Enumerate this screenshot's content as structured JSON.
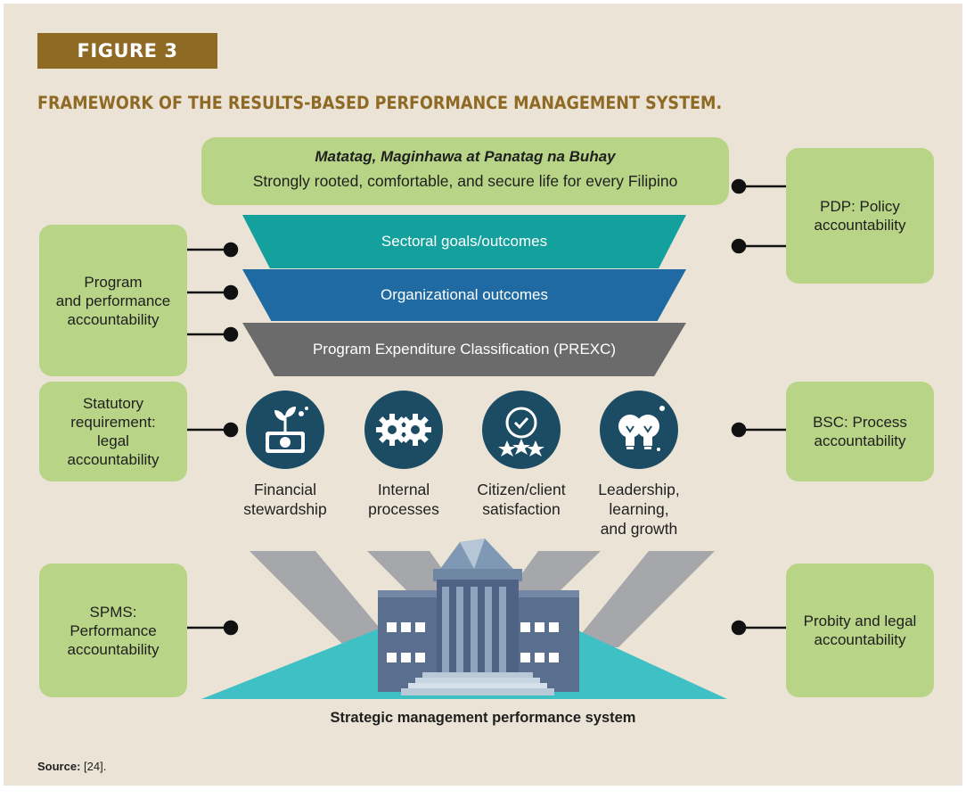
{
  "figure_tag": "FIGURE 3",
  "title": "FRAMEWORK OF THE RESULTS-BASED PERFORMANCE MANAGEMENT SYSTEM.",
  "top_box": {
    "line1": "Matatag, Maginhawa at Panatag na Buhay",
    "line2": "Strongly rooted, comfortable, and secure life for every Filipino"
  },
  "bands": {
    "sectoral": "Sectoral goals/outcomes",
    "organizational": "Organizational outcomes",
    "prexc": "Program Expenditure Classification (PREXC)"
  },
  "left_boxes": {
    "program": "Program\nand performance\naccountability",
    "statutory": "Statutory\nrequirement:\nlegal\naccountability",
    "spms": "SPMS:\nPerformance\naccountability"
  },
  "right_boxes": {
    "pdp": "PDP: Policy\naccountability",
    "bsc": "BSC: Process\naccountability",
    "probity": "Probity and legal\naccountability"
  },
  "icons": [
    {
      "icon": "money-plant-icon",
      "label": "Financial\nstewardship"
    },
    {
      "icon": "gears-icon",
      "label": "Internal\nprocesses"
    },
    {
      "icon": "award-stars-icon",
      "label": "Citizen/client\nsatisfaction"
    },
    {
      "icon": "lightbulbs-icon",
      "label": "Leadership,\nlearning,\nand growth"
    }
  ],
  "bottom_label": "Strategic management performance system",
  "source": {
    "label": "Source:",
    "text": "[24]."
  },
  "colors": {
    "background": "#ebe3d6",
    "accent_brown": "#8f6a25",
    "green_box": "#b8d486",
    "teal_band": "#14a19e",
    "blue_band": "#1f6aa3",
    "gray_band": "#6b6b6b",
    "icon_circle": "#1c4c63"
  }
}
